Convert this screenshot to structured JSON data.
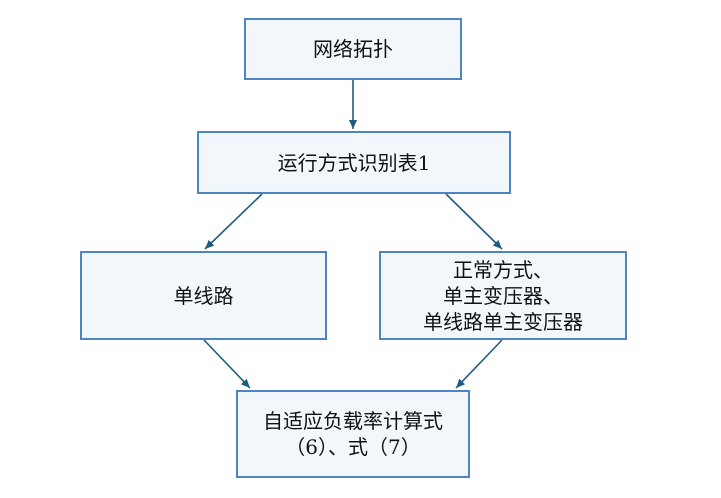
{
  "nodes": {
    "topology": {
      "label": "网络拓扑"
    },
    "table": {
      "label": "运行方式识别表1"
    },
    "single_line": {
      "label": "单线路"
    },
    "multi": {
      "lines": [
        "正常方式、",
        "单主变压器、",
        "单线路单主变压器"
      ]
    },
    "adaptive": {
      "lines": [
        "自适应负载率计算式",
        "（6）、式（7）"
      ]
    }
  },
  "colors": {
    "box_fill": "#f2f7fc",
    "box_border": "#4f84c4",
    "arrow": "#1f5d80",
    "text": "#111111"
  }
}
